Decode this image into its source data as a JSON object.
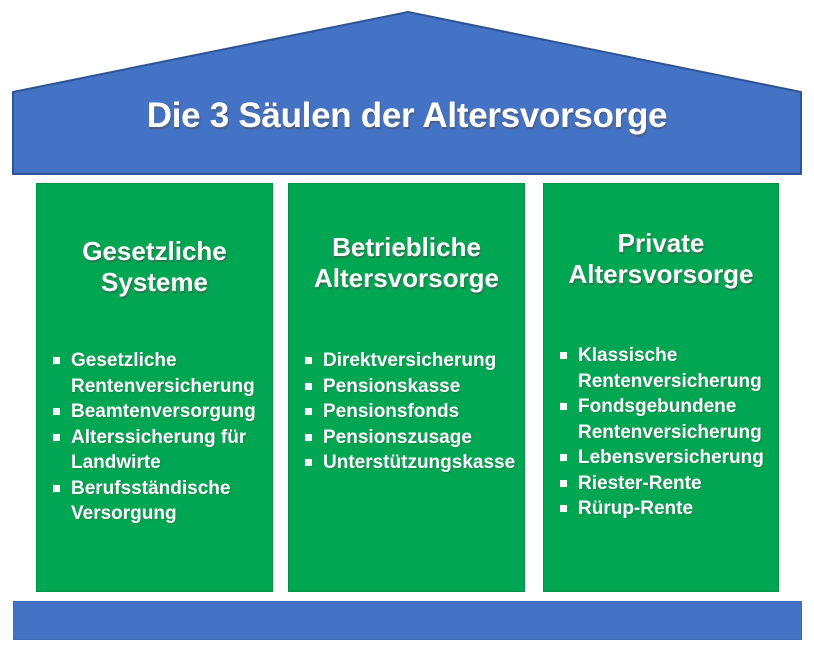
{
  "title": "Die 3 Säulen der Altersvorsorge",
  "colors": {
    "roof_fill": "#4472C4",
    "roof_border": "#2E5494",
    "pillar_fill": "#00A651",
    "pillar_border": "#009245",
    "base_fill": "#4472C4",
    "base_border": "#3E6CB8",
    "text": "#FFFFFF"
  },
  "pillars": [
    {
      "title_lines": [
        "Gesetzliche",
        "Systeme"
      ],
      "items": [
        "Gesetzliche Rentenversicherung",
        "Beamtenversorgung",
        "Alterssicherung für Landwirte",
        "Berufsständische Versorgung"
      ]
    },
    {
      "title_lines": [
        "Betriebliche",
        "Altersvorsorge"
      ],
      "items": [
        "Direktversicherung",
        "Pensionskasse",
        "Pensionsfonds",
        "Pensionszusage",
        "Unterstützungskasse"
      ]
    },
    {
      "title_lines": [
        "Private",
        "Altersvorsorge"
      ],
      "items": [
        "Klassische Rentenversicherung",
        "Fondsgebundene Rentenversicherung",
        "Lebensversicherung",
        "Riester-Rente",
        "Rürup-Rente"
      ]
    }
  ]
}
